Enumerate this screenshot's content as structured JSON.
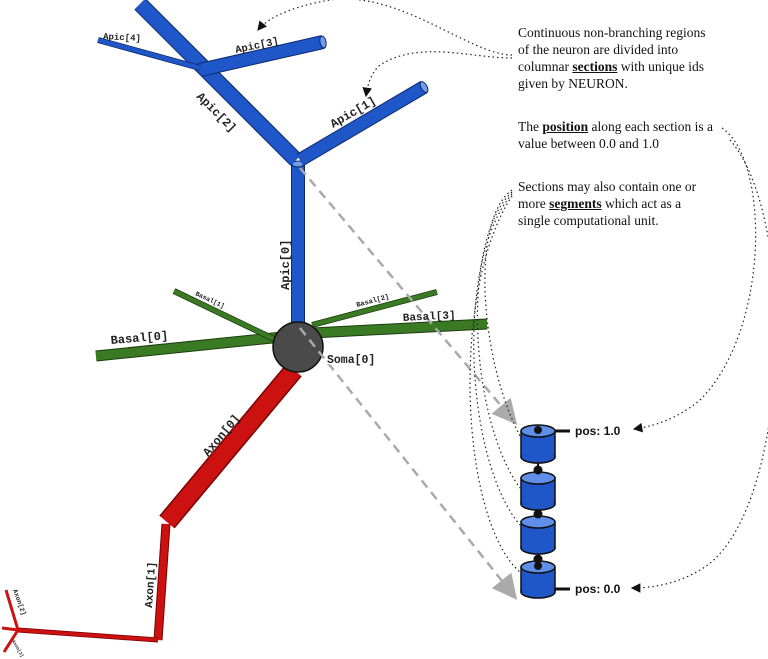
{
  "notes": {
    "sections_pre": "Continuous non-branching regions of the neuron are divided into columnar ",
    "sections_key": "sections",
    "sections_post": " with unique ids given by NEURON.",
    "position_pre": "The ",
    "position_key": "position",
    "position_post": " along each section is a value between 0.0 and 1.0",
    "segments_pre": "Sections may also contain one or more ",
    "segments_key": "segments",
    "segments_post": " which act as a single computational unit."
  },
  "labels": {
    "apic0": "Apic[0]",
    "apic1": "Apic[1]",
    "apic2": "Apic[2]",
    "apic3": "Apic[3]",
    "apic4": "Apic[4]",
    "basal0": "Basal[0]",
    "basal1": "Basal[1]",
    "basal2": "Basal[2]",
    "basal3": "Basal[3]",
    "soma0": "Soma[0]",
    "axon0": "Axon[0]",
    "axon1": "Axon[1]",
    "axon2": "Axon[2]",
    "axon3": "Axon[3]"
  },
  "positions": {
    "top": "pos: 1.0",
    "bottom": "pos: 0.0"
  },
  "colors": {
    "apical": "#1f56c8",
    "basal": "#3a7a23",
    "axon": "#cc1111",
    "soma": "#4a4a4a",
    "segment": "#1f56c8"
  }
}
